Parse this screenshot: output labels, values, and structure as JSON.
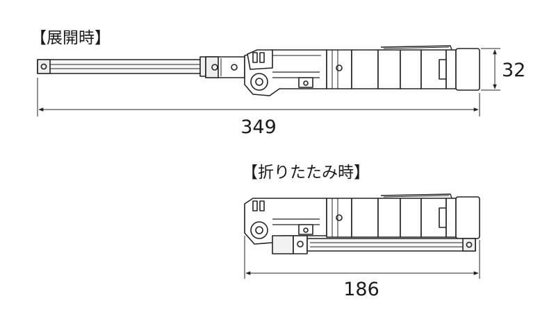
{
  "extended": {
    "heading": "【展開時】",
    "length_value": "349",
    "diameter_value": "32"
  },
  "folded": {
    "heading": "【折りたたみ時】",
    "length_value": "186"
  }
}
